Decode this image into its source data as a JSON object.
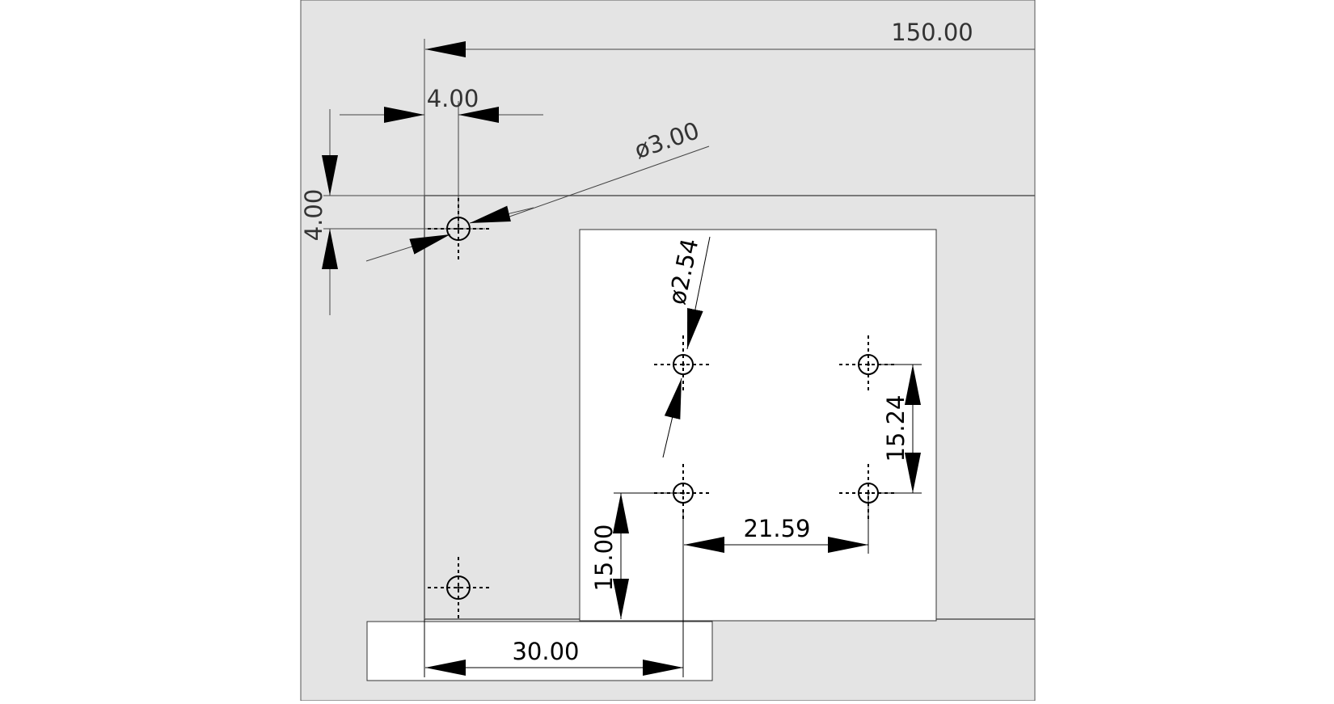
{
  "colors": {
    "background": "#ffffff",
    "sheet": "#e4e4e4",
    "sheet_border": "#555555",
    "panel": "#ffffff",
    "line": "#000000",
    "dim_line": "#444444"
  },
  "dimensions": {
    "overall_width": "150.00",
    "hole_offset_x": "4.00",
    "hole_offset_y": "4.00",
    "mount_hole_diameter": "ø3.00",
    "pad_hole_diameter": "ø2.54",
    "pad_pitch_vertical": "15.24",
    "pad_pitch_horizontal": "21.59",
    "pad_offset_from_bottom": "15.00",
    "pad_offset_from_left": "30.00"
  },
  "holes": [
    {
      "id": "mount-top-left",
      "kind": "mounting"
    },
    {
      "id": "mount-bottom-left",
      "kind": "mounting"
    },
    {
      "id": "pad-top-left",
      "kind": "pad"
    },
    {
      "id": "pad-top-right",
      "kind": "pad"
    },
    {
      "id": "pad-bottom-left",
      "kind": "pad"
    },
    {
      "id": "pad-bottom-right",
      "kind": "pad"
    }
  ]
}
